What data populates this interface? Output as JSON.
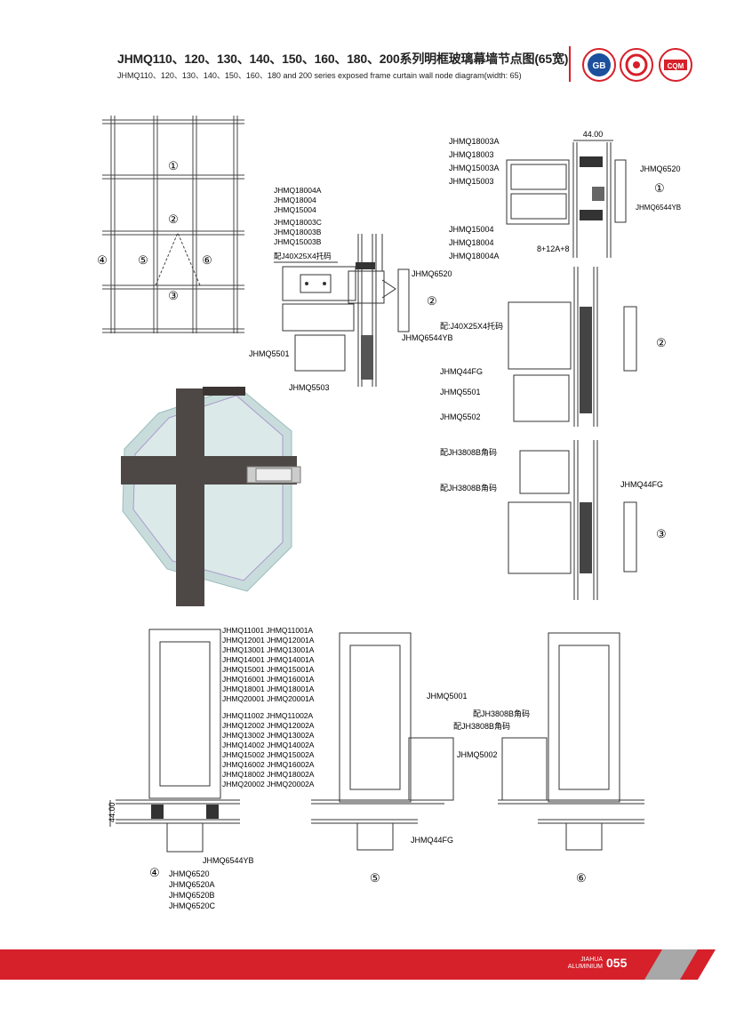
{
  "header": {
    "title": "JHMQ110、120、130、140、150、160、180、200系列明框玻璃幕墙节点图(65宽)",
    "subtitle": "JHMQ110、120、130、140、150、160、180 and 200 series exposed frame curtain wall node diagram(width: 65)"
  },
  "grid_diagram": {
    "markers": [
      "①",
      "②",
      "③",
      "④",
      "⑤",
      "⑥"
    ]
  },
  "node_2_left": {
    "labels": [
      "JHMQ18004A",
      "JHMQ18004",
      "JHMQ15004",
      "JHMQ18003C",
      "JHMQ18003B",
      "JHMQ15003B",
      "配J40X25X4托码",
      "JHMQ6520",
      "JHMQ6544YB",
      "JHMQ5501",
      "JHMQ5503"
    ],
    "marker": "②"
  },
  "node_1": {
    "dimension": "44.00",
    "labels_left": [
      "JHMQ18003A",
      "JHMQ18003",
      "JHMQ15003A",
      "JHMQ15003",
      "JHMQ15004",
      "JHMQ18004",
      "JHMQ18004A"
    ],
    "labels_right": [
      "JHMQ6520",
      "JHMQ6544YB"
    ],
    "glass_spec": "8+12A+8",
    "marker": "①"
  },
  "node_2_right": {
    "labels": [
      "配:J40X25X4托码",
      "JHMQ44FG",
      "JHMQ5501",
      "JHMQ5502"
    ],
    "marker": "②"
  },
  "node_3": {
    "labels": [
      "配JH3808B角码",
      "配JH3808B角码",
      "JHMQ44FG"
    ],
    "marker": "③"
  },
  "node_4": {
    "mullion_labels": [
      "JHMQ11001 JHMQ11001A",
      "JHMQ12001 JHMQ12001A",
      "JHMQ13001 JHMQ13001A",
      "JHMQ14001 JHMQ14001A",
      "JHMQ15001 JHMQ15001A",
      "JHMQ16001 JHMQ16001A",
      "JHMQ18001 JHMQ18001A",
      "JHMQ20001 JHMQ20001A",
      "JHMQ11002 JHMQ11002A",
      "JHMQ12002 JHMQ12002A",
      "JHMQ13002 JHMQ13002A",
      "JHMQ14002 JHMQ14002A",
      "JHMQ15002 JHMQ15002A",
      "JHMQ16002 JHMQ16002A",
      "JHMQ18002 JHMQ18002A",
      "JHMQ20002 JHMQ20002A"
    ],
    "dimension": "44.00",
    "cap_labels": [
      "JHMQ6544YB",
      "JHMQ6520",
      "JHMQ6520A",
      "JHMQ6520B",
      "JHMQ6520C"
    ],
    "marker": "④"
  },
  "node_5": {
    "labels": [
      "JHMQ5001",
      "配JH3808B角码",
      "配JH3808B角码",
      "JHMQ5002",
      "JHMQ44FG"
    ],
    "marker": "⑤"
  },
  "node_6": {
    "marker": "⑥"
  },
  "footer": {
    "brand_line1": "JIAHUA",
    "brand_line2": "ALUMINIUM",
    "page_number": "055"
  },
  "colors": {
    "accent_red": "#d6202a",
    "profile_gray": "#555555",
    "gasket_dark": "#333333"
  }
}
